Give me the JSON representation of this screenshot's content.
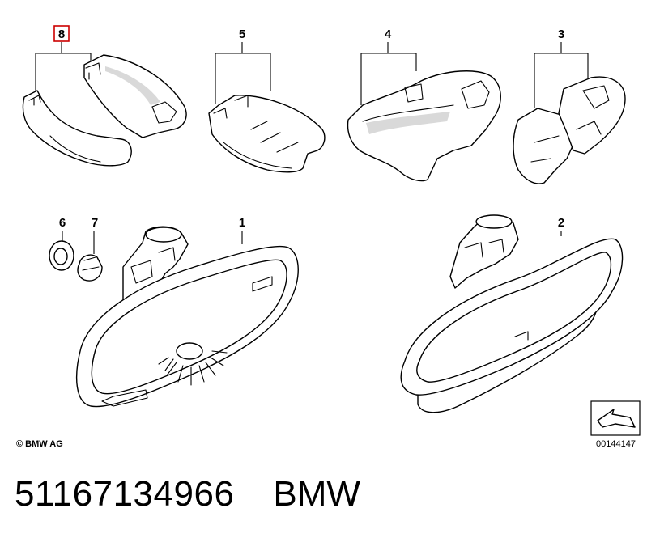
{
  "callouts": {
    "c8": "8",
    "c5": "5",
    "c4": "4",
    "c3": "3",
    "c6": "6",
    "c7": "7",
    "c1": "1",
    "c2": "2"
  },
  "highlight_color": "#cc0000",
  "copyright": "© BMW AG",
  "diagram_id": "00144147",
  "footer": {
    "part_number": "51167134966",
    "brand": "BMW"
  }
}
